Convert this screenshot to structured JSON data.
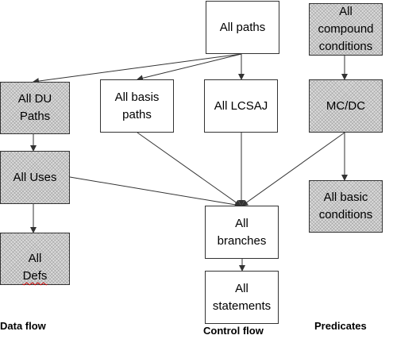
{
  "nodes": {
    "all_paths": "All paths",
    "all_compound_conditions": "All\ncompound\nconditions",
    "all_du_paths": "All DU\nPaths",
    "all_basis_paths": "All basis\npaths",
    "all_lcsaj": "All LCSAJ",
    "mcdc": "MC/DC",
    "all_uses": "All Uses",
    "all_branches": "All\nbranches",
    "all_basic_conditions": "All basic\nconditions",
    "all_defs_word1": "All",
    "all_defs_word2": "Defs",
    "all_statements": "All\nstatements"
  },
  "labels": {
    "data_flow": "Data flow",
    "control_flow": "Control flow",
    "predicates": "Predicates"
  },
  "colors": {
    "border": "#333333",
    "arrow": "#333333",
    "hatched_fill": "#dcdcdc",
    "spell_underline": "#cc0000"
  }
}
